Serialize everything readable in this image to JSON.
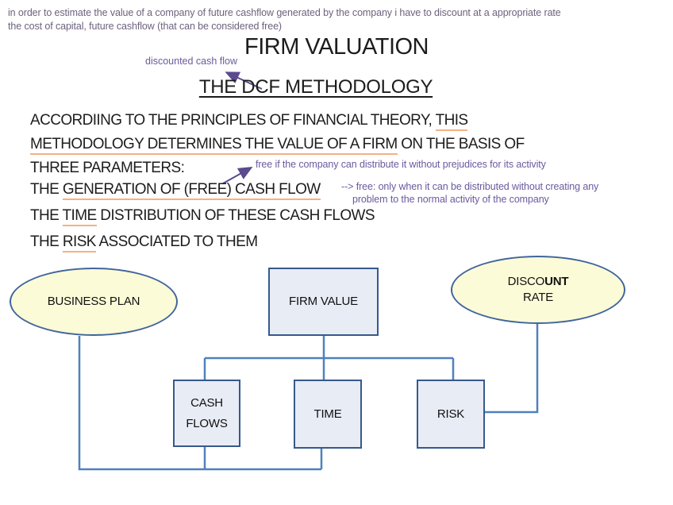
{
  "slide": {
    "top_note_line1": "in order to estimate the value of a company of future cashflow generated by the company i have to discount at a appropriate rate",
    "top_note_line2": "the cost of capital, future cashflow (that can be considered free)",
    "title": "FIRM VALUATION",
    "dcf_label": "discounted cash flow",
    "subtitle": "THE DCF METHODOLOGY",
    "body": {
      "l1a": "ACCORDIING TO THE PRINCIPLES OF FINANCIAL THEORY, ",
      "l1b": "THIS",
      "l2a": "METHODOLOGY DETERMINES THE VALUE OF A FIRM",
      "l2b": " ON THE BASIS OF",
      "l3": "THREE PARAMETERS:",
      "l4a": "THE ",
      "l4b": "GENERATION OF (FREE) CASH FLOW",
      "l5a": "THE ",
      "l5b": "TIME",
      "l5c": " DISTRIBUTION OF THESE CASH FLOWS",
      "l6a": "THE ",
      "l6b": "RISK",
      "l6c": " ASSOCIATED TO THEM"
    },
    "annotations": {
      "free1": "free if the company can distribute it without prejudices for its activity",
      "free2_line1": "--> free: only when it can be distributed without creating any",
      "free2_line2": "problem to the normal activity of the company"
    },
    "diagram": {
      "business_plan": "BUSINESS PLAN",
      "firm_value": "FIRM VALUE",
      "discount_rate_a": "DISCO",
      "discount_rate_b": "UNT",
      "discount_rate_line2": "RATE",
      "cash_flows_line1": "CASH",
      "cash_flows_line2": "FLOWS",
      "time": "TIME",
      "risk": "RISK"
    },
    "colors": {
      "note_purple": "#6e627c",
      "annotation_purple": "#6b5a9e",
      "arrow_purple": "#5b4a8e",
      "underline_orange": "#f5b183",
      "connector_blue": "#4f81bd",
      "rect_border_blue": "#36598c",
      "ellipse_border_blue": "#41659c",
      "ellipse_fill": "#fbfbd8",
      "rect_fill": "#e8ecf5",
      "text_black": "#1d1d1d"
    }
  }
}
